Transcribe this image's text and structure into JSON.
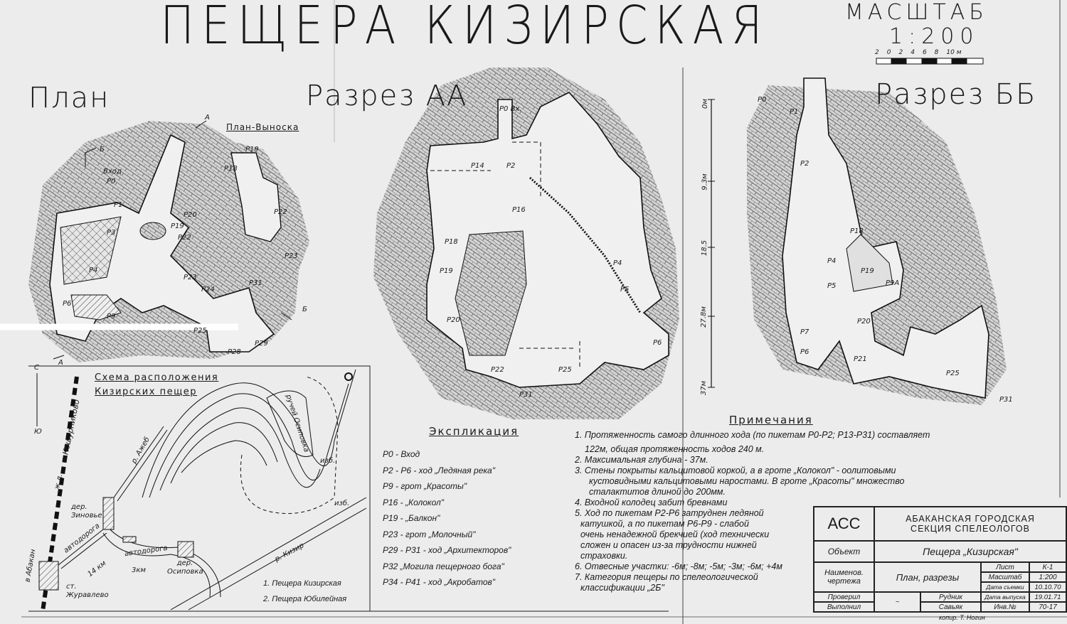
{
  "title": "ПЕЩЕРА   КИЗИРСКАЯ",
  "scale": {
    "label": "МАСШТАБ",
    "ratio": "1:200",
    "ticks": [
      "2",
      "0",
      "2",
      "4",
      "6",
      "8",
      "10 м"
    ]
  },
  "plan": {
    "title": "План",
    "inset_title": "План-Выноска",
    "labels": [
      "Вход",
      "P0",
      "P1",
      "P3",
      "P4",
      "P6",
      "P9",
      "P18",
      "P19",
      "P20",
      "P22",
      "P23",
      "P24",
      "P25",
      "P28",
      "P29",
      "P31",
      "P22",
      "P23",
      "P19",
      "А",
      "Б",
      "Б",
      "А"
    ]
  },
  "section_aa": {
    "title": "Разрез АА",
    "labels": [
      "P0 Вх.",
      "P14",
      "P2",
      "P16",
      "P18",
      "P19",
      "P20",
      "P4",
      "P5",
      "P6",
      "P22",
      "P25",
      "P31"
    ],
    "depth_scale": [
      "0м",
      "9.3м",
      "18.5",
      "27.8м",
      "37м"
    ]
  },
  "section_bb": {
    "title": "Разрез ББ",
    "labels": [
      "P0",
      "P1",
      "P2",
      "P18",
      "P4",
      "P5",
      "P19",
      "P9A",
      "P7",
      "P6",
      "P20",
      "P21",
      "P25",
      "P31"
    ]
  },
  "location_scheme": {
    "title_line1": "Схема расположения",
    "title_line2": "Кизирских пещер",
    "north": "С",
    "south": "Ю",
    "labels": [
      "в Кошурниково",
      "ж.д.",
      "в Абакан",
      "ст. Журавлево",
      "дер. Зиновье",
      "автодорога",
      "14 км",
      "автодорога",
      "3км",
      "дер. Осиповка",
      "р. Ажеб",
      "ручей Осиповка",
      "изб.",
      "изб.",
      "р. Кизир"
    ],
    "legend": [
      "1. Пещера Кизирская",
      "2. Пещера Юбилейная"
    ]
  },
  "explication": {
    "title": "Экспликация",
    "items": [
      "P0 - Вход",
      "P2 - P6 - ход „Ледяная река\"",
      "P9 - грот „Красоты\"",
      "P16 - „Колокол\"",
      "P19 - „Балкон\"",
      "P23 - грот „Молочный\"",
      "P29 - P31 - ход „Архитекторов\"",
      "P32 „Могила пещерного бога\"",
      "P34 - P41 - ход „Акробатов\""
    ]
  },
  "notes": {
    "title": "Примечания",
    "lines": [
      "1. Протяженность самого длинного хода (по пикетам P0-P2; P13-P31) составляет",
      "122м, общая протяженность ходов 240 м.",
      "2. Максимальная глубина - 37м.",
      "3. Стены покрыты кальцитовой коркой, а в гроте „Колокол\" - оолитовыми",
      "кустовидными кальцитовыми наростами. В гроте „Красоты\" множество",
      "сталактитов длиной до 200мм.",
      "4. Входной колодец забит бревнами",
      "5. Ход по пикетам P2-P6 затруднен ледяной",
      "катушкой, а по пикетам P6-P9 - слабой",
      "очень ненадежной брекчией (ход технически",
      "сложен и опасен из-за трудности нижней",
      "страховки.",
      "6. Отвесные участки: -6м; -8м; -5м; -3м; -6м; +4м",
      "7. Категория пещеры по спелеологической",
      "классификации „2Б\""
    ]
  },
  "title_block": {
    "org_code": "АСС",
    "org_line1": "АБАКАНСКАЯ   ГОРОДСКАЯ",
    "org_line2": "СЕКЦИЯ   СПЕЛЕОЛОГОВ",
    "object_label": "Объект",
    "object_value": "Пещера „Кизирская\"",
    "drawing_label": "Наименов. чертежа",
    "drawing_value": "План, разрезы",
    "checked_label": "Проверил",
    "done_label": "Выполнил",
    "checked_name": "Рудник",
    "done_name": "Савьяк",
    "sheet_label": "Лист",
    "sheet_value": "К-1",
    "scale_label": "Масштаб",
    "scale_value": "1:200",
    "survey_date_label": "Дата съемки",
    "survey_date_value": "10.10.70",
    "issue_date_label": "Дата выпуска",
    "issue_date_value": "19.01.71",
    "inv_label": "Инв.№",
    "inv_value": "70-17"
  },
  "copy_note": "копир. Т. Ногин"
}
